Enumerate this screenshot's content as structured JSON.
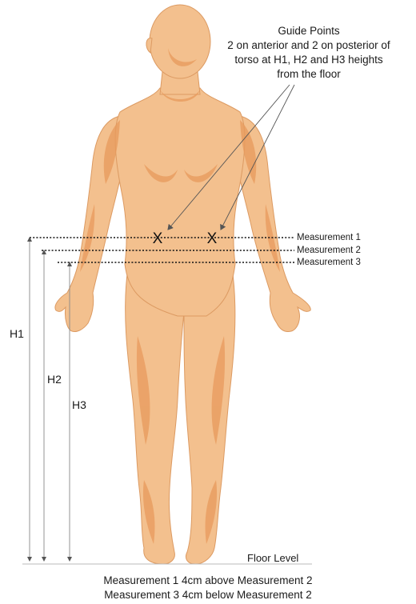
{
  "guide": {
    "title": "Guide Points",
    "line1": "2 on anterior and 2 on posterior of",
    "line2": "torso at H1, H2 and H3 heights",
    "line3": "from the floor"
  },
  "measurements": [
    {
      "label": "Measurement 1"
    },
    {
      "label": "Measurement 2"
    },
    {
      "label": "Measurement 3"
    }
  ],
  "heights": [
    {
      "label": "H1"
    },
    {
      "label": "H2"
    },
    {
      "label": "H3"
    }
  ],
  "guide_marks": [
    "X",
    "X"
  ],
  "floor_label": "Floor Level",
  "footer": {
    "line1": "Measurement 1 4cm above Measurement 2",
    "line2": "Measurement 3 4cm below Measurement 2"
  },
  "colors": {
    "skin_base": "#f3c08e",
    "skin_shade": "#e89a5c",
    "skin_outline": "#d9925a"
  }
}
